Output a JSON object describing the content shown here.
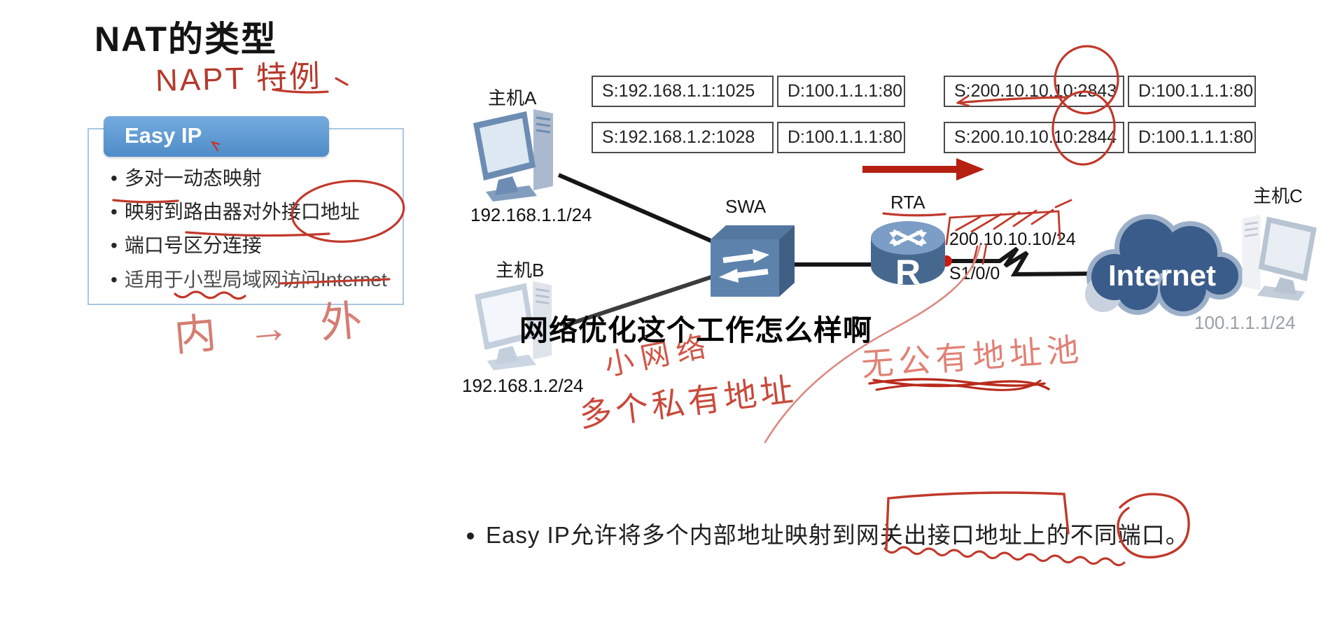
{
  "overlay": {
    "caption": "网络优化这个工作怎么样啊"
  },
  "slide": {
    "title": "NAT的类型",
    "easy_ip": {
      "header": "Easy IP",
      "bullets": [
        "多对一动态映射",
        "映射到路由器对外接口地址",
        "端口号区分连接",
        "适用于小型局域网访问Internet"
      ]
    },
    "summary_bullet": "Easy IP允许将多个内部地址映射到网关出接口地址上的不同端口。"
  },
  "diagram": {
    "hosts": [
      {
        "label": "主机A",
        "ip": "192.168.1.1/24"
      },
      {
        "label": "主机B",
        "ip": "192.168.1.2/24"
      },
      {
        "label": "主机C",
        "ip": "100.1.1.1/24"
      }
    ],
    "switch_label": "SWA",
    "router_label": "RTA",
    "router_wan_ip": "200.10.10.10/24",
    "router_port": "S1/0/0",
    "internet_label": "Internet",
    "packets_inside": [
      {
        "src": "S:192.168.1.1:1025",
        "dst": "D:100.1.1.1:80"
      },
      {
        "src": "S:192.168.1.2:1028",
        "dst": "D:100.1.1.1:80"
      }
    ],
    "packets_outside": [
      {
        "src": "S:200.10.10.10:2843",
        "dst": "D:100.1.1.1:80"
      },
      {
        "src": "S:200.10.10.10:2844",
        "dst": "D:100.1.1.1:80"
      }
    ]
  },
  "handwriting": {
    "napt_note": "NAPT 特例",
    "flow_note": "内 → 外",
    "small_net_note": "小网络",
    "private_addr_note": "多个私有地址",
    "no_pool_note": "无公有地址池"
  },
  "colors": {
    "header_blue": "#5b9bd5",
    "ink_red": "#c0392b",
    "arrow_red": "#b52012",
    "cloud_blue": "#3a5c8a",
    "device_blue": "#5d83ad"
  }
}
